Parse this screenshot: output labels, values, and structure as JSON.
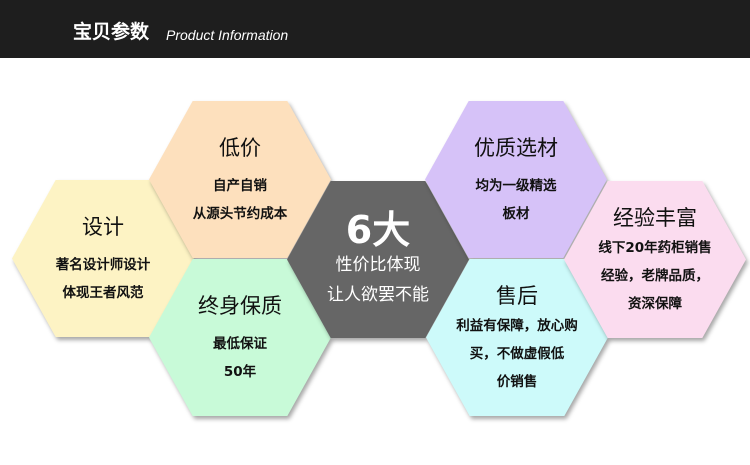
{
  "header": {
    "title_cn": "宝贝参数",
    "title_en": "Product Information"
  },
  "colors": {
    "header": "#1e1e1e",
    "design": "#fdf3c4",
    "price": "#fde0bd",
    "quality": "#c8fad8",
    "center": "#666666",
    "material": "#d6c2f8",
    "service": "#cdfafa",
    "experience": "#fbdcef"
  },
  "hexes": {
    "design": {
      "title": "设计",
      "lines": [
        "著名设计师设计",
        "体现王者风范"
      ]
    },
    "price": {
      "title": "低价",
      "lines": [
        "自产自销",
        "从源头节约成本"
      ]
    },
    "quality": {
      "title": "终身保质",
      "lines": [
        "最低保证",
        "50年"
      ]
    },
    "center": {
      "title": "6大",
      "lines": [
        "性价比体现",
        "让人欲罢不能"
      ]
    },
    "material": {
      "title": "优质选材",
      "lines": [
        "均为一级精选",
        "板材"
      ]
    },
    "service": {
      "title": "售后",
      "lines": [
        "利益有保障，放心购",
        "买，不做虚假低",
        "价销售"
      ]
    },
    "experience": {
      "title": "经验丰富",
      "lines": [
        "线下20年药柜销售",
        "经验，老牌品质，",
        "资深保障"
      ]
    }
  }
}
